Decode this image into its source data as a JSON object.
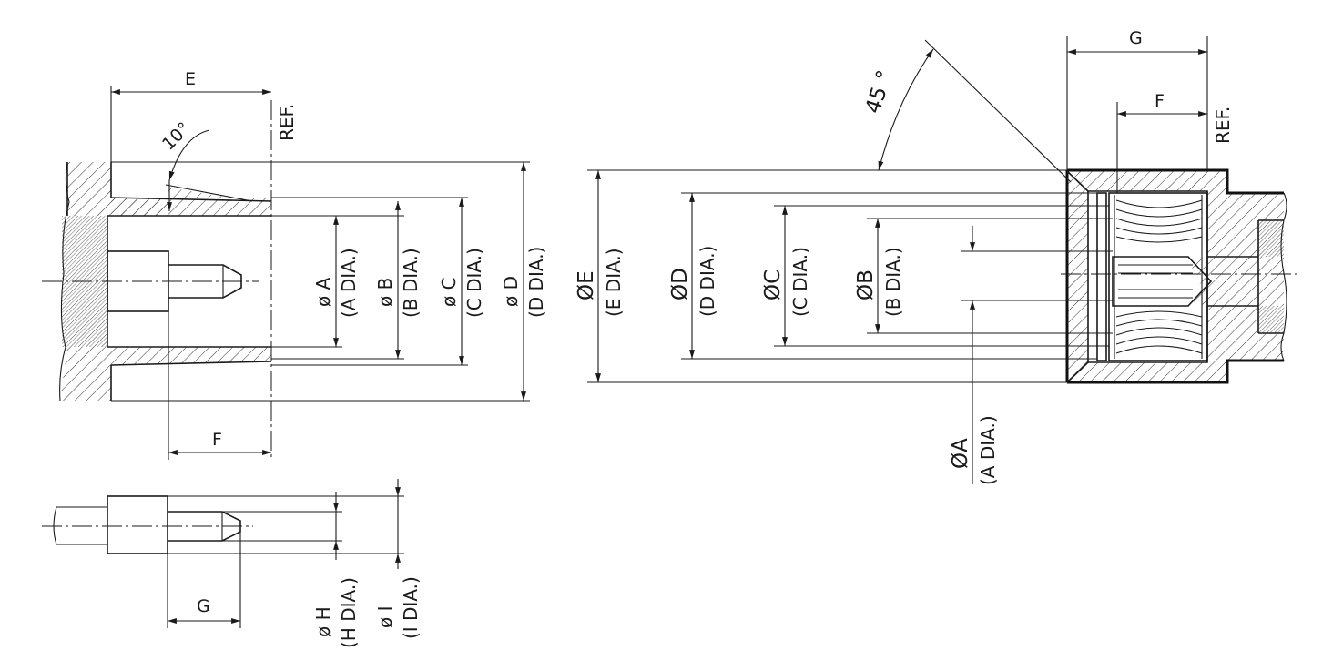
{
  "left_view": {
    "dim_E": "E",
    "ref": "REF.",
    "angle": "10°",
    "dim_F": "F",
    "dia_A": {
      "sym": "ø  A",
      "sub": "(A DIA.)"
    },
    "dia_B": {
      "sym": "ø  B",
      "sub": "(B DIA.)"
    },
    "dia_C": {
      "sym": "ø  C",
      "sub": "(C DIA.)"
    },
    "dia_D": {
      "sym": "ø  D",
      "sub": "(D DIA.)"
    }
  },
  "pin_view": {
    "dim_G": "G",
    "dia_H": {
      "sym": "ø  H",
      "sub": "(H DIA.)"
    },
    "dia_I": {
      "sym": "ø  I",
      "sub": "(I DIA.)"
    }
  },
  "right_view": {
    "dim_G": "G",
    "dim_F": "F",
    "ref": "REF.",
    "angle": "45 °",
    "dia_E": {
      "sym": "ØE",
      "sub": "(E DIA.)"
    },
    "dia_D": {
      "sym": "ØD",
      "sub": "(D DIA.)"
    },
    "dia_C": {
      "sym": "ØC",
      "sub": "(C DIA.)"
    },
    "dia_B": {
      "sym": "ØB",
      "sub": "(B DIA.)"
    },
    "dia_A": {
      "sym": "ØA",
      "sub": "(A DIA.)"
    }
  }
}
